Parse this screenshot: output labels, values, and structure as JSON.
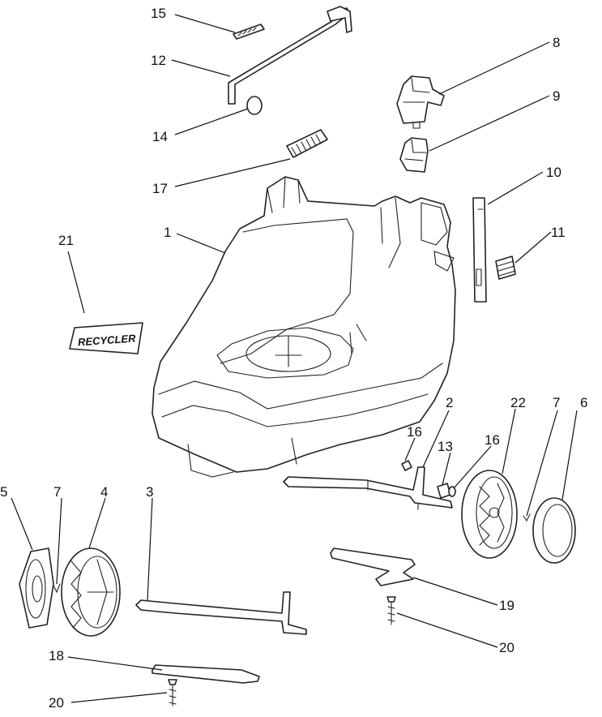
{
  "callouts": [
    {
      "id": "15",
      "text": "15"
    },
    {
      "id": "12",
      "text": "12"
    },
    {
      "id": "14",
      "text": "14"
    },
    {
      "id": "17",
      "text": "17"
    },
    {
      "id": "8",
      "text": "8"
    },
    {
      "id": "9",
      "text": "9"
    },
    {
      "id": "10",
      "text": "10"
    },
    {
      "id": "11",
      "text": "11"
    },
    {
      "id": "21",
      "text": "21"
    },
    {
      "id": "1",
      "text": "1"
    },
    {
      "id": "2",
      "text": "2"
    },
    {
      "id": "16a",
      "text": "16"
    },
    {
      "id": "13",
      "text": "13"
    },
    {
      "id": "16b",
      "text": "16"
    },
    {
      "id": "22",
      "text": "22"
    },
    {
      "id": "7a",
      "text": "7"
    },
    {
      "id": "6",
      "text": "6"
    },
    {
      "id": "5",
      "text": "5"
    },
    {
      "id": "7b",
      "text": "7"
    },
    {
      "id": "4",
      "text": "4"
    },
    {
      "id": "3",
      "text": "3"
    },
    {
      "id": "19",
      "text": "19"
    },
    {
      "id": "20a",
      "text": "20"
    },
    {
      "id": "18",
      "text": "18"
    },
    {
      "id": "20b",
      "text": "20"
    }
  ],
  "recycle_label": "RECYCLER"
}
